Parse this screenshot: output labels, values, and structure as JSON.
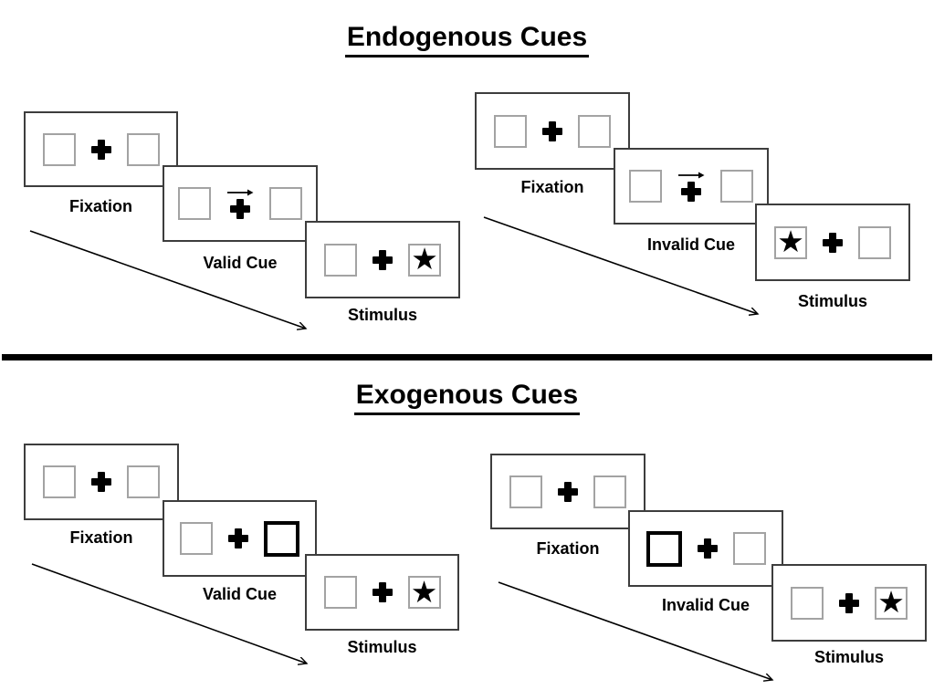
{
  "titles": {
    "endogenous": "Endogenous Cues",
    "exogenous": "Exogenous Cues"
  },
  "groups": {
    "endo_valid": {
      "fixation": "Fixation",
      "cue": "Valid Cue",
      "stimulus": "Stimulus"
    },
    "endo_invalid": {
      "fixation": "Fixation",
      "cue": "Invalid Cue",
      "stimulus": "Stimulus"
    },
    "exo_valid": {
      "fixation": "Fixation",
      "cue": "Valid Cue",
      "stimulus": "Stimulus"
    },
    "exo_invalid": {
      "fixation": "Fixation",
      "cue": "Invalid Cue",
      "stimulus": "Stimulus"
    }
  },
  "icons": {
    "star": "★"
  },
  "colors": {
    "ink": "#000000",
    "panel_border": "#3d3d3d",
    "square_border": "#a3a3a3",
    "background": "#ffffff"
  }
}
